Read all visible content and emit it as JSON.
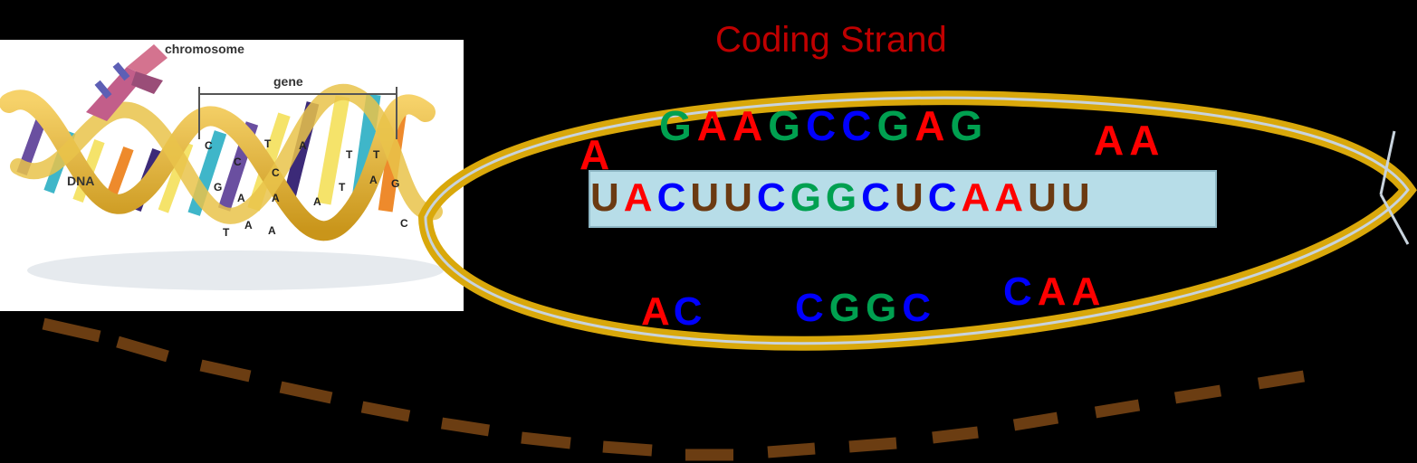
{
  "title": "Coding Strand",
  "dna_figure": {
    "chromosome_label": "chromosome",
    "gene_label": "gene",
    "dna_label": "DNA",
    "base_letters": [
      "C",
      "C",
      "G",
      "T",
      "A",
      "C",
      "A",
      "A",
      "T",
      "T",
      "A",
      "G",
      "C",
      "A",
      "T",
      "A",
      "T",
      "A"
    ]
  },
  "mrna_sequence": [
    "U",
    "A",
    "C",
    "U",
    "U",
    "C",
    "G",
    "G",
    "C",
    "U",
    "C",
    "A",
    "A",
    "U",
    "U"
  ],
  "coding_top": [
    "G",
    "A",
    "A",
    "G",
    "C",
    "C",
    "G",
    "A",
    "G"
  ],
  "coding_top_right": [
    "A",
    "A"
  ],
  "coding_left": [
    "A"
  ],
  "template_bottom_1": [
    "A",
    "C"
  ],
  "template_bottom_2": [
    "C",
    "G",
    "G",
    "C"
  ],
  "template_bottom_3": [
    "C",
    "A",
    "A"
  ],
  "colors": {
    "A": "#ff0000",
    "C": "#0000ff",
    "G": "#00a050",
    "U": "#6b3a12",
    "title": "#c00000",
    "ribbon": "#d9a80b",
    "ribbon_edge": "#c8d3dd",
    "dash": "#6b3d12",
    "mrna_box": "#b7dde8"
  }
}
